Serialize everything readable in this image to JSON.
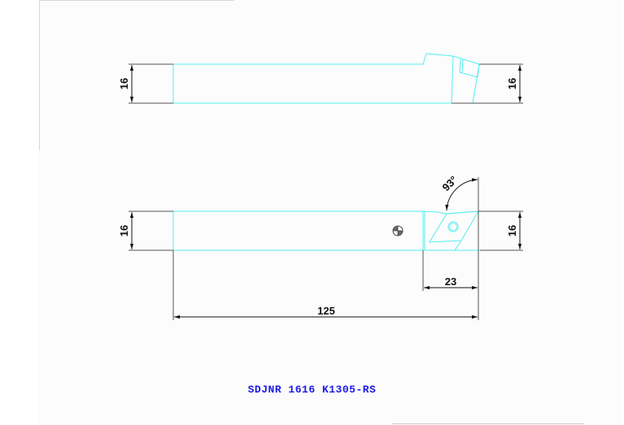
{
  "drawing": {
    "title": "SDJNR 1616 K1305-RS",
    "colors": {
      "outline": "#55eef0",
      "dimension": "#555555",
      "text": "#111111",
      "title": "#1a1ae6"
    },
    "top_view": {
      "left_height_label": "16",
      "right_height_label": "16"
    },
    "front_view": {
      "left_height_label": "16",
      "right_height_label": "16",
      "angle_label": "93°",
      "head_length_label": "23",
      "overall_length_label": "125"
    },
    "icons": {
      "center_mark": "cog-center-of-gravity-symbol",
      "insert": "rhombic-insert-55deg"
    }
  }
}
